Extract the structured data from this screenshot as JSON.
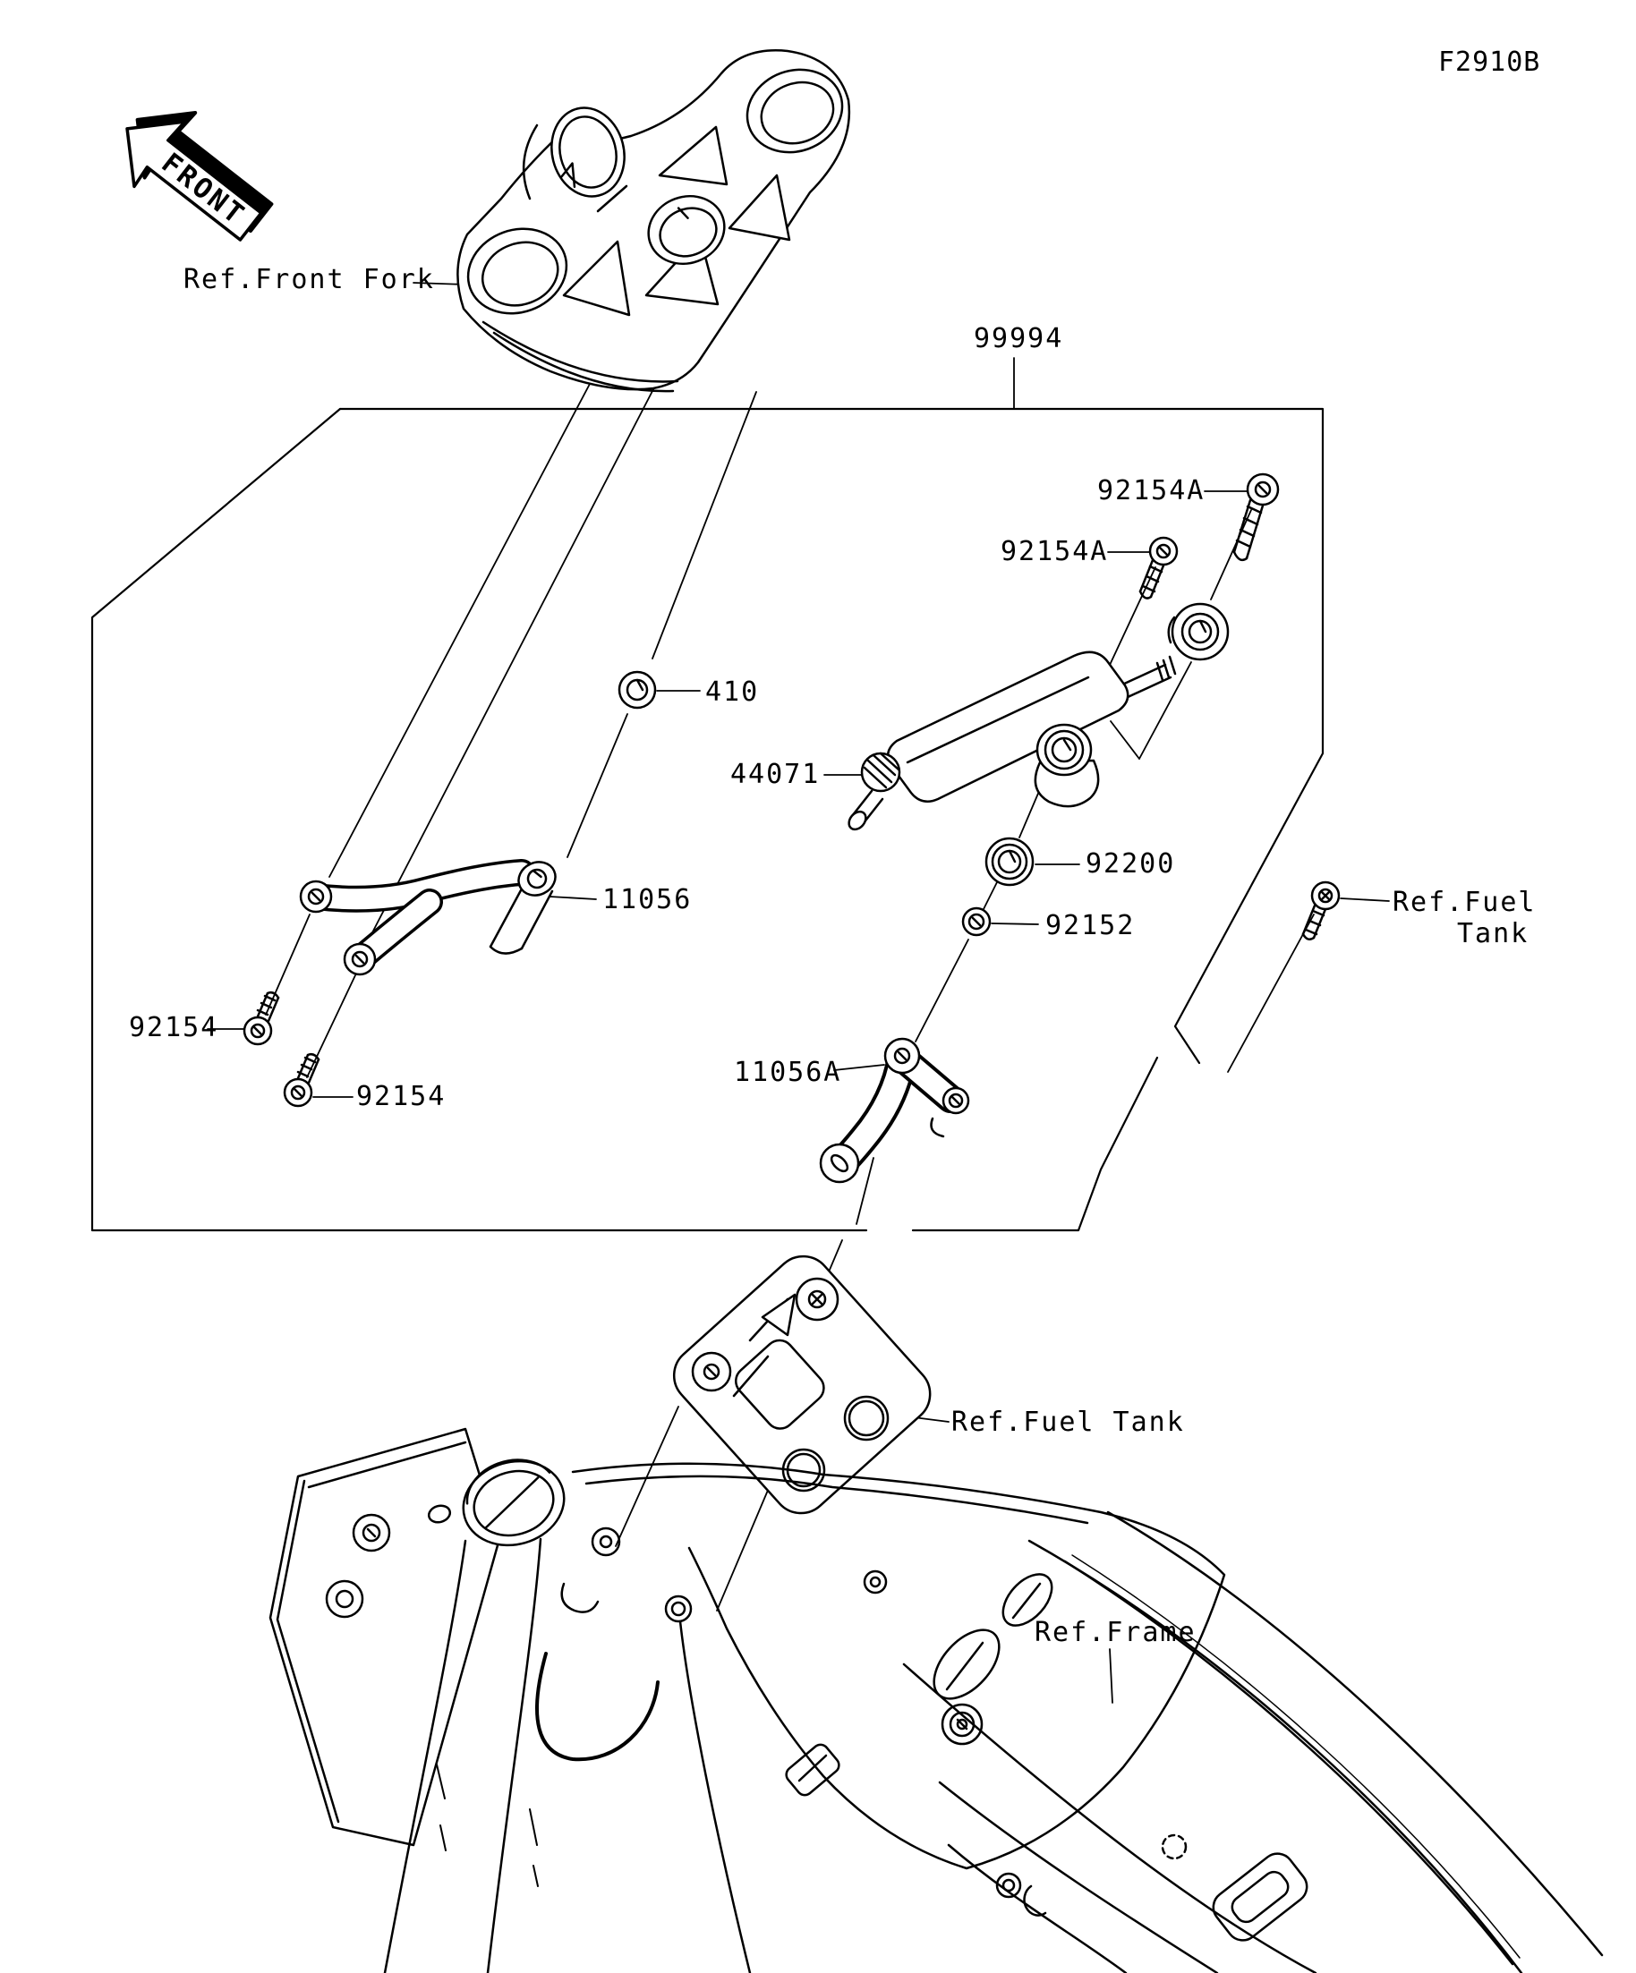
{
  "diagram": {
    "code": "F2910B",
    "front_marker": "FRONT",
    "callouts": {
      "kit": "99994",
      "screw_a_upper": "92154A",
      "screw_a_lower": "92154A",
      "washer_410": "410",
      "damper": "44071",
      "bracket_upper": "11056",
      "screw_left": "92154",
      "screw_bottom": "92154",
      "washer_cup": "92200",
      "washer_small": "92152",
      "bracket_lower": "11056A"
    },
    "references": {
      "front_fork": "Ref.Front Fork",
      "fuel_tank_right_line1": "Ref.Fuel",
      "fuel_tank_right_line2": "Tank",
      "fuel_tank_bottom": "Ref.Fuel Tank",
      "frame": "Ref.Frame"
    },
    "colors": {
      "line": "#000000",
      "background": "#ffffff"
    }
  }
}
